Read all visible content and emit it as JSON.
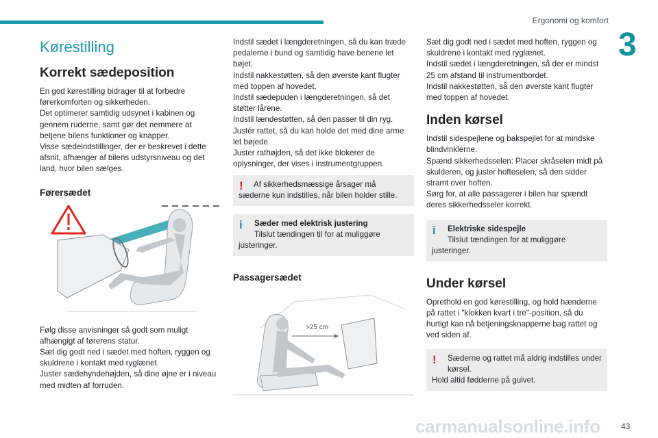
{
  "header": {
    "title": "Ergonomi og komfort",
    "chapter": "3"
  },
  "col1": {
    "section_title": "Kørestilling",
    "heading": "Korrekt sædeposition",
    "intro": "En god kørestilling bidrager til at forbedre førerkomforten og sikkerheden.\nDet optimerer samtidig udsynet i kabinen og gennem ruderne, samt gør det nemmere at betjene bilens funktioner og knapper.\nVisse sædeindstillinger, der er beskrevet i dette afsnit, afhænger af bilens udstyrsniveau og det land, hvor bilen sælges.",
    "subheading": "Førersædet",
    "after_figure": "Følg disse anvisninger så godt som muligt afhængigt af førerens statur.\nSæt dig godt ned i sædet med hoften, ryggen og skuldrene i kontakt med ryglænet.\nJuster sædehyndehøjden, så dine øjne er i niveau med midten af forruden."
  },
  "col2": {
    "text": "Indstil sædet i længderetningen, så du kan træde pedalerne i bund og samtidig have benene let bøjet.\nIndstil nakkestøtten, så den øverste kant flugter med toppen af hovedet.\nIndstil sædepuden i længderetningen, så det støtter lårene.\nIndstil lændestøtten, så den passer til din ryg.\nJustér rattet, så du kan holde det med dine arme let bøjede.\nJuster rathøjden, så det ikke blokerer de oplysninger, der vises i instrumentgruppen.",
    "warning1": "Af sikkerhedsmæssige årsager må sæderne kun indstilles, når bilen holder stille.",
    "info1_title": "Sæder med elektrisk justering",
    "info1_text": "Tilslut tændingen til for at muliggøre justeringer.",
    "subheading": "Passagersædet",
    "figure_label": ">25 cm"
  },
  "col3": {
    "text": "Sæt dig godt ned i sædet med hoften, ryggen og skuldrene i kontakt med ryglænet.\nIndstil sædet i længderetningen, så der er mindst 25 cm afstand til instrumentbordet.\nIndstil nakkestøtten, så den øverste kant flugter med toppen af hovedet.",
    "heading1": "Inden kørsel",
    "text1": "Indstil sidespejlene og bakspejlet for at mindske blindvinklerne.\nSpænd sikkerhedsselen: Placer skråselen midt på skulderen, og juster hofteselen, så den sidder stramt over hoften.\nSørg for, at alle passagerer i bilen har spændt deres sikkerhedsseler korrekt.",
    "info_title": "Elektriske sidespejle",
    "info_text": "Tilslut tændingen for at muliggøre justeringer.",
    "heading2": "Under kørsel",
    "text2": "Oprethold en god kørestilling, og hold hænderne på rattet i \"klokken kvart i tre\"-position, så du hurtigt kan nå betjeningsknapperne bag rattet og ved siden af.",
    "warning_lead": "Sæderne og rattet må aldrig indstilles under kørsel.",
    "warning_text": "Hold altid fødderne på gulvet."
  },
  "footer": {
    "watermark": "carmanualsonline.info",
    "page": "43"
  },
  "colors": {
    "accent": "#1a9aa8",
    "warning": "#e2231a",
    "info": "#1e88d8",
    "note_bg": "#ececec"
  },
  "icons": {
    "warning": "exclamation-icon",
    "info": "info-icon",
    "warning_triangle": "warning-triangle-icon"
  }
}
